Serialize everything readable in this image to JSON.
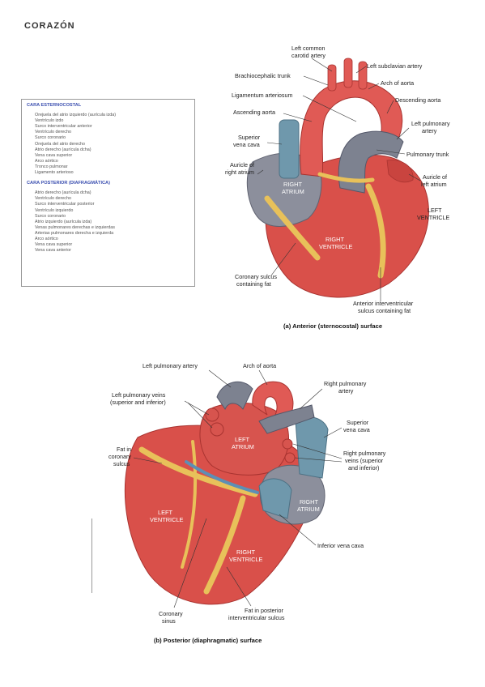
{
  "page": {
    "title": "CORAZÓN"
  },
  "index_box": {
    "anterior_heading": "CARA ESTERNOCOSTAL",
    "anterior_items": [
      "Orejuela del atrio izquierdo (aurícula izda)",
      "Ventrículo izdo",
      "Surco interventricular anterior",
      "Ventrículo derecho",
      "Surco coronario",
      "Orejuela del atrio derecho",
      "Atrio derecho (aurícula dcha)",
      "Vena cava superior",
      "Arco aórtico",
      "Tronco pulmonar",
      "Ligamento arterioso"
    ],
    "posterior_heading": "CARA POSTERIOR (DIAFRAGMÁTICA)",
    "posterior_items": [
      "Atrio derecho (aurícula dcha)",
      "Ventrículo derecho",
      "Surco interventricular posterior",
      "Ventrículo izquierdo",
      "Surco coronario",
      "Atrio izquierdo (aurícula izda)",
      "Venas pulmonares derechas e izquierdas",
      "Arterias pulmonares derecha e izquierda",
      "Arco aórtico",
      "Vena cava superior",
      "Vena cava anterior"
    ]
  },
  "anterior": {
    "caption": "(a) Anterior (sternocostal) surface",
    "labels": {
      "left_common_carotid_1": "Left common",
      "left_common_carotid_2": "carotid artery",
      "left_subclavian": "Left subclavian artery",
      "brachiocephalic": "Brachiocephalic trunk",
      "arch_of_aorta": "Arch of aorta",
      "ligamentum": "Ligamentum arteriosum",
      "descending_aorta": "Descending aorta",
      "ascending_aorta": "Ascending aorta",
      "left_pulmonary_1": "Left pulmonary",
      "left_pulmonary_2": "artery",
      "svc_1": "Superior",
      "svc_2": "vena cava",
      "pulmonary_trunk": "Pulmonary trunk",
      "auricle_right_1": "Auricle of",
      "auricle_right_2": "right atrium",
      "auricle_left_1": "Auricle of",
      "auricle_left_2": "left atrium",
      "right_atrium_1": "RIGHT",
      "right_atrium_2": "ATRIUM",
      "left_ventricle_1": "LEFT",
      "left_ventricle_2": "VENTRICLE",
      "right_ventricle_1": "RIGHT",
      "right_ventricle_2": "VENTRICLE",
      "coronary_sulcus_1": "Coronary sulcus",
      "coronary_sulcus_2": "containing fat",
      "anterior_iv_1": "Anterior interventricular",
      "anterior_iv_2": "sulcus containing fat"
    }
  },
  "posterior": {
    "caption": "(b) Posterior (diaphragmatic) surface",
    "labels": {
      "left_pulmonary_artery": "Left pulmonary artery",
      "arch_of_aorta": "Arch of aorta",
      "right_pulmonary_1": "Right pulmonary",
      "right_pulmonary_2": "artery",
      "left_pulm_veins_1": "Left pulmonary veins",
      "left_pulm_veins_2": "(superior and inferior)",
      "svc_1": "Superior",
      "svc_2": "vena cava",
      "left_atrium_1": "LEFT",
      "left_atrium_2": "ATRIUM",
      "fat_coronary_1": "Fat in",
      "fat_coronary_2": "coronary",
      "fat_coronary_3": "sulcus",
      "right_pulm_veins_1": "Right pulmonary",
      "right_pulm_veins_2": "veins (superior",
      "right_pulm_veins_3": "and inferior)",
      "right_atrium_1": "RIGHT",
      "right_atrium_2": "ATRIUM",
      "left_ventricle_1": "LEFT",
      "left_ventricle_2": "VENTRICLE",
      "ivc": "Inferior vena cava",
      "right_ventricle_1": "RIGHT",
      "right_ventricle_2": "VENTRICLE",
      "coronary_sinus_1": "Coronary",
      "coronary_sinus_2": "sinus",
      "fat_posterior_1": "Fat in posterior",
      "fat_posterior_2": "interventricular sulcus"
    }
  },
  "colors": {
    "muscle": "#d9504a",
    "muscle_dark": "#b83a36",
    "vessel_red": "#e05a55",
    "vein_blue": "#6f98ac",
    "pulmonary_gray": "#7d8290",
    "fat_yellow": "#e8c15a",
    "atrium_gray": "#8c8f9c"
  }
}
